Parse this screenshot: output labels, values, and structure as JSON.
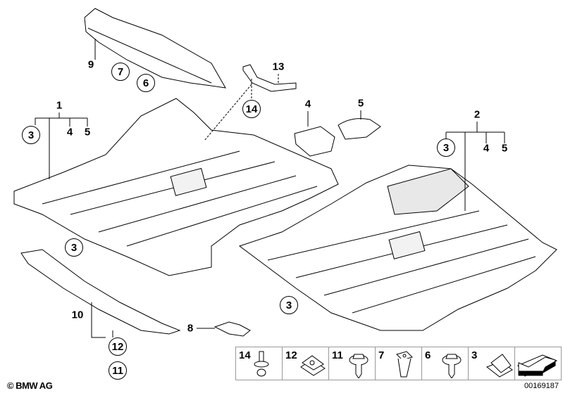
{
  "callouts": {
    "c9": "9",
    "c7": "7",
    "c6": "6",
    "c13": "13",
    "c14": "14",
    "c4a": "4",
    "c5a": "5",
    "c1": "1",
    "c3a": "3",
    "c4b": "4",
    "c5b": "5",
    "c2": "2",
    "c3b": "3",
    "c4c": "4",
    "c5c": "5",
    "c3c": "3",
    "c3d": "3",
    "c8": "8",
    "c10": "10",
    "c12": "12",
    "c11": "11"
  },
  "legend": [
    {
      "num": "14",
      "icon": "push-rivet-icon"
    },
    {
      "num": "12",
      "icon": "clip-nut-icon"
    },
    {
      "num": "11",
      "icon": "hex-screw-icon"
    },
    {
      "num": "7",
      "icon": "expanding-nut-icon"
    },
    {
      "num": "6",
      "icon": "hex-screw-icon"
    },
    {
      "num": "3",
      "icon": "spring-clip-icon"
    },
    {
      "num": "",
      "icon": "direction-arrow-icon"
    }
  ],
  "doc_number": "00169187",
  "copyright": "© BMW AG"
}
